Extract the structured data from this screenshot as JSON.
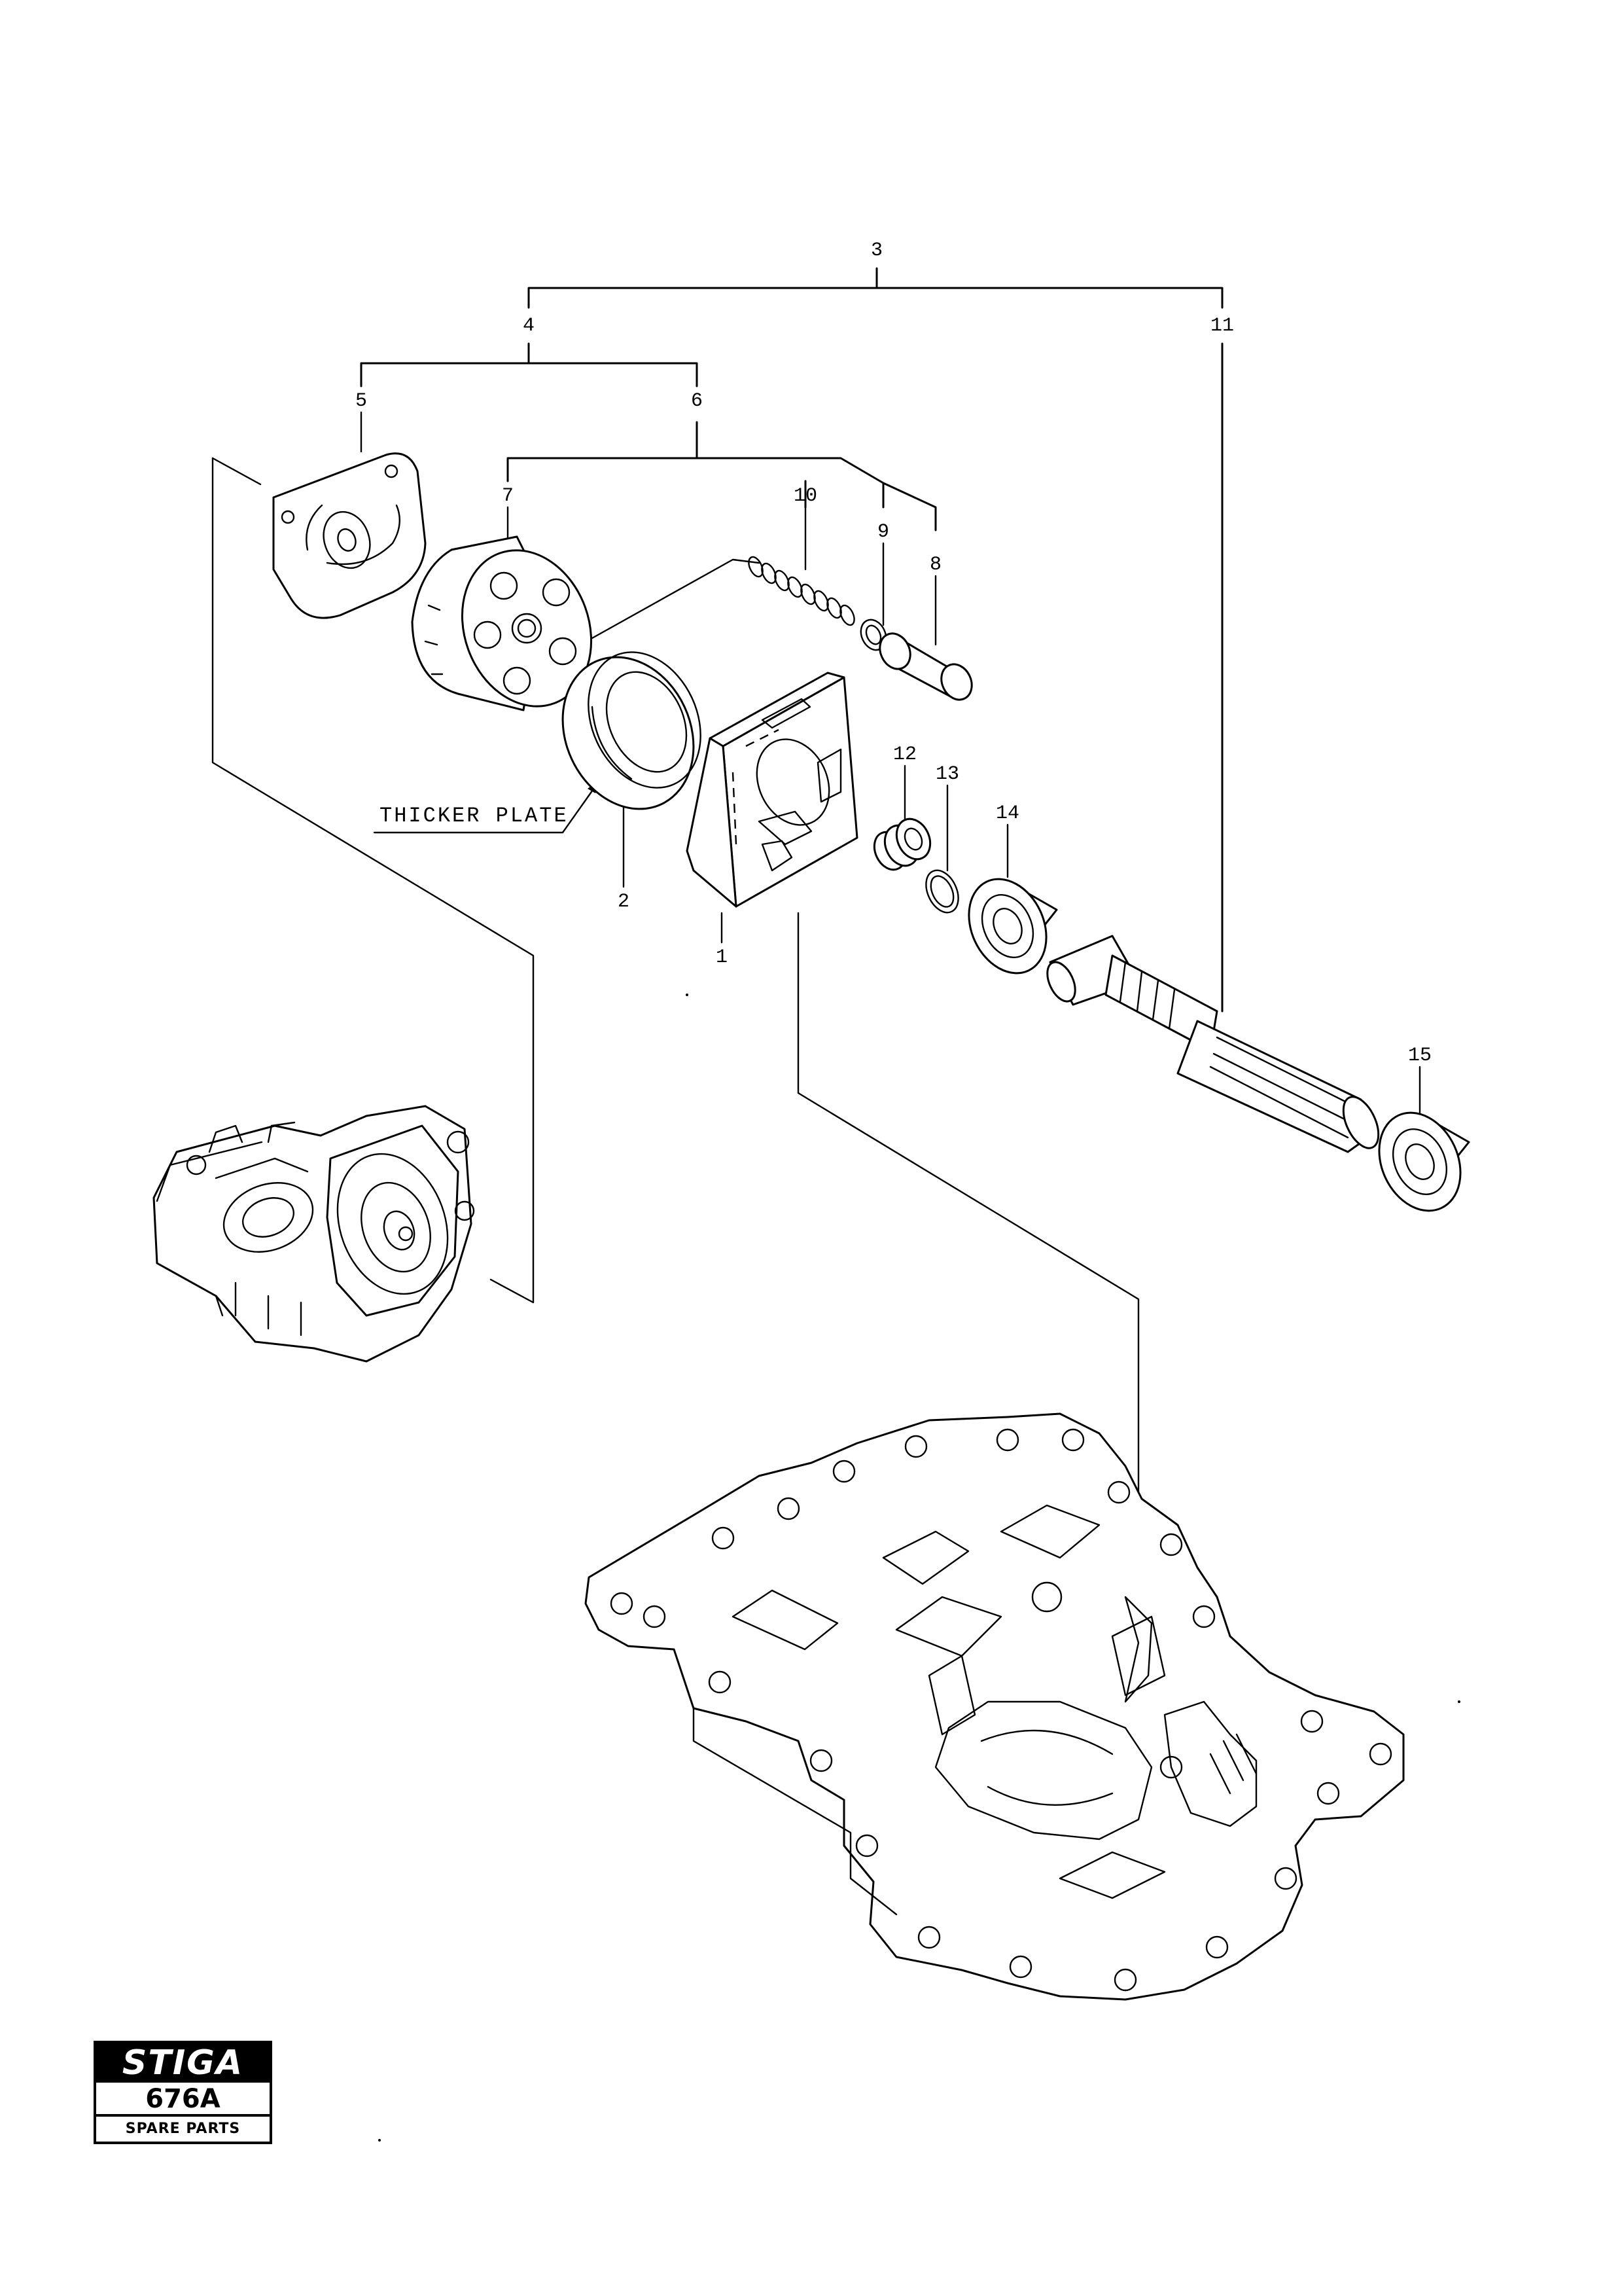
{
  "callouts": {
    "c1": "1",
    "c2": "2",
    "c3": "3",
    "c4": "4",
    "c5": "5",
    "c6": "6",
    "c7": "7",
    "c8": "8",
    "c9": "9",
    "c10": "10",
    "c11": "11",
    "c12": "12",
    "c13": "13",
    "c14": "14",
    "c15": "15"
  },
  "note": "THICKER PLATE",
  "badge": {
    "brand": "STIGA",
    "code": "676A",
    "subtitle": "SPARE PARTS"
  }
}
